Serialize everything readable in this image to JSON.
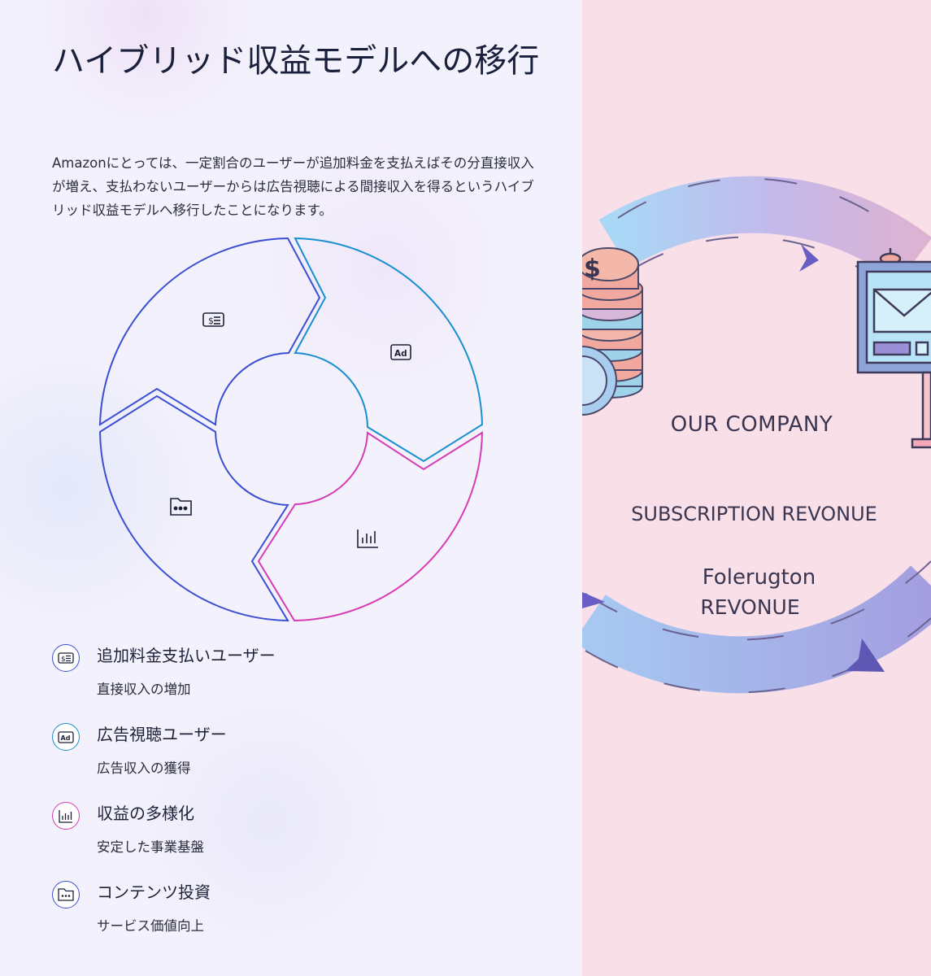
{
  "title": "ハイブリッド収益モデルへの移行",
  "description": "Amazonにとっては、一定割合のユーザーが追加料金を支払えばその分直接収入が増え、支払わないユーザーからは広告視聴による間接収入を得るというハイブリッド収益モデルへ移行したことになります。",
  "cycle": {
    "segments": [
      {
        "icon": "dollar-card-icon",
        "color": "#3b4fd3"
      },
      {
        "icon": "ad-icon",
        "color": "#1a8fd0"
      },
      {
        "icon": "bar-chart-icon",
        "color": "#d63cb4"
      },
      {
        "icon": "folder-icon",
        "color": "#3b4fd3"
      }
    ]
  },
  "legend": [
    {
      "title": "追加料金支払いユーザー",
      "subtitle": "直接収入の増加",
      "icon": "dollar-card-icon",
      "color": "#3b4fd3"
    },
    {
      "title": "広告視聴ユーザー",
      "subtitle": "広告収入の獲得",
      "icon": "ad-icon",
      "color": "#1a8fd0"
    },
    {
      "title": "収益の多様化",
      "subtitle": "安定した事業基盤",
      "icon": "bar-chart-icon",
      "color": "#d63cb4"
    },
    {
      "title": "コンテンツ投資",
      "subtitle": "サービス価値向上",
      "icon": "folder-icon",
      "color": "#3b4fd3"
    }
  ],
  "illustration": {
    "company": "OUR COMPANY",
    "subscription": "SUBSCRIPTION REVONUE",
    "other_line1": "Folerugton",
    "other_line2": "REVONUE"
  }
}
